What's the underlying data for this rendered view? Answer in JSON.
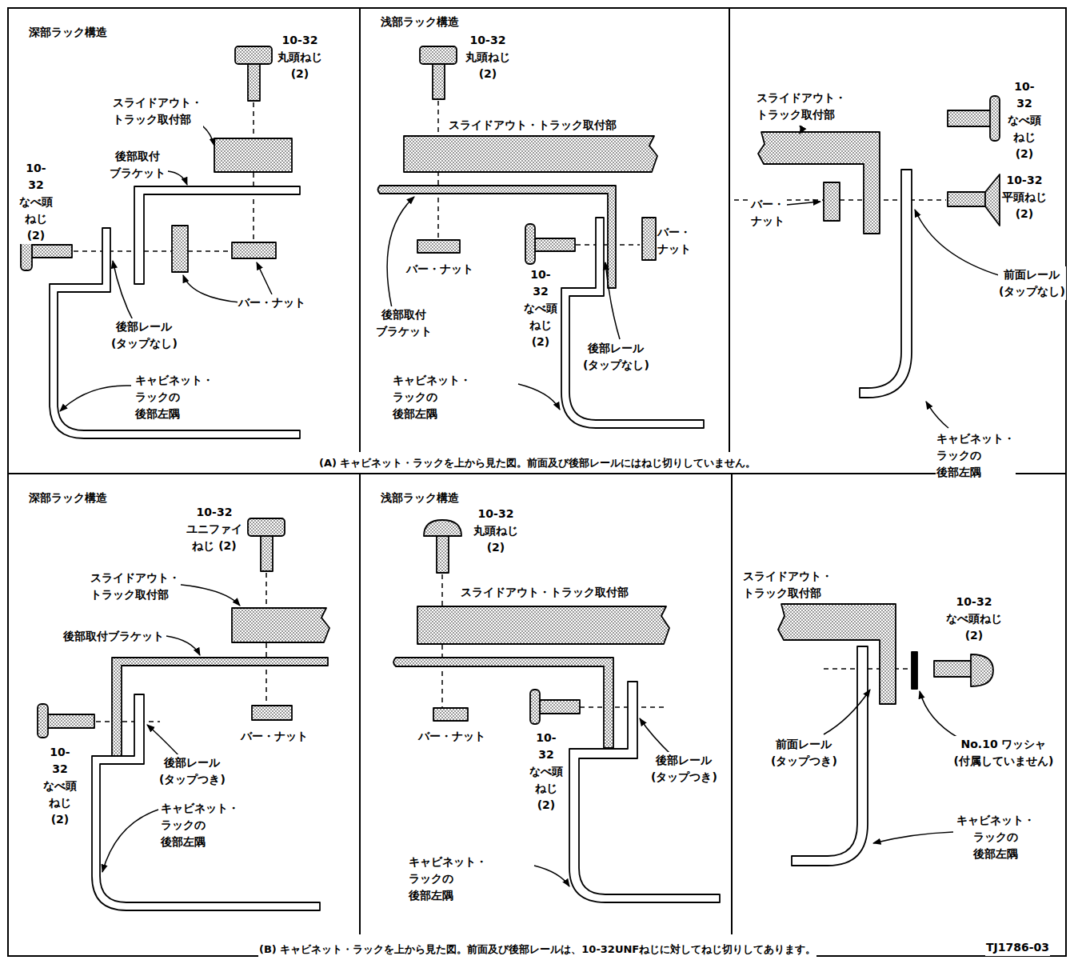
{
  "diagram": {
    "labels": [
      "深部ラック構造",
      "10-32 丸頭ねじ (2)",
      "スライドアウト・ トラック取付部",
      "後部取付 ブラケット",
      "10-32 なべ頭 ねじ (2)",
      "バー・ナット",
      "後部レール (タップなし)",
      "キャビネット・ラックの 後部左隅",
      "浅部ラック構造",
      "10-32 丸頭ねじ (2)",
      "スライドアウト・トラック取付部",
      "バー・ナット",
      "バー・ ナット",
      "10-32 なべ頭 ねじ (2)",
      "後部取付 ブラケット",
      "後部レール (タップなし)",
      "キャビネット・ラックの 後部左隅",
      "スライドアウト・ トラック取付部",
      "10-32 なべ頭 ねじ (2)",
      "10-32 平頭ねじ (2)",
      "バー・ ナット",
      "前面レール (タップなし)",
      "キャビネット・ラックの 後部左隅",
      "(A) キャビネット・ラックを上から見た図。前面及び後部レールにはねじ切りしていません。",
      "深部ラック構造",
      "10-32 ユニファイ ねじ (2)",
      "スライドアウト・ トラック取付部",
      "後部取付ブラケット",
      "バー・ナット",
      "10-32 なべ頭 ねじ (2)",
      "後部レール (タップつき)",
      "キャビネット・ラックの 後部左隅",
      "浅部ラック構造",
      "10-32 丸頭ねじ (2)",
      "スライドアウト・トラック取付部",
      "バー・ナット",
      "10-32 なべ頭 ねじ (2)",
      "後部レール (タップつき)",
      "キャビネット・ラックの 後部左隅",
      "スライドアウト・ トラック取付部",
      "10-32 なべ頭ねじ (2)",
      "前面レール (タップつき)",
      "No.10 ワッシャ (付属していません)",
      "キャビネット・ ラックの 後部左隅",
      "(B) キャビネット・ラックを上から見た図。前面及び後部レールは、10-32UNFねじに対してねじ切りしてあります。",
      "TJ1786-03"
    ]
  }
}
